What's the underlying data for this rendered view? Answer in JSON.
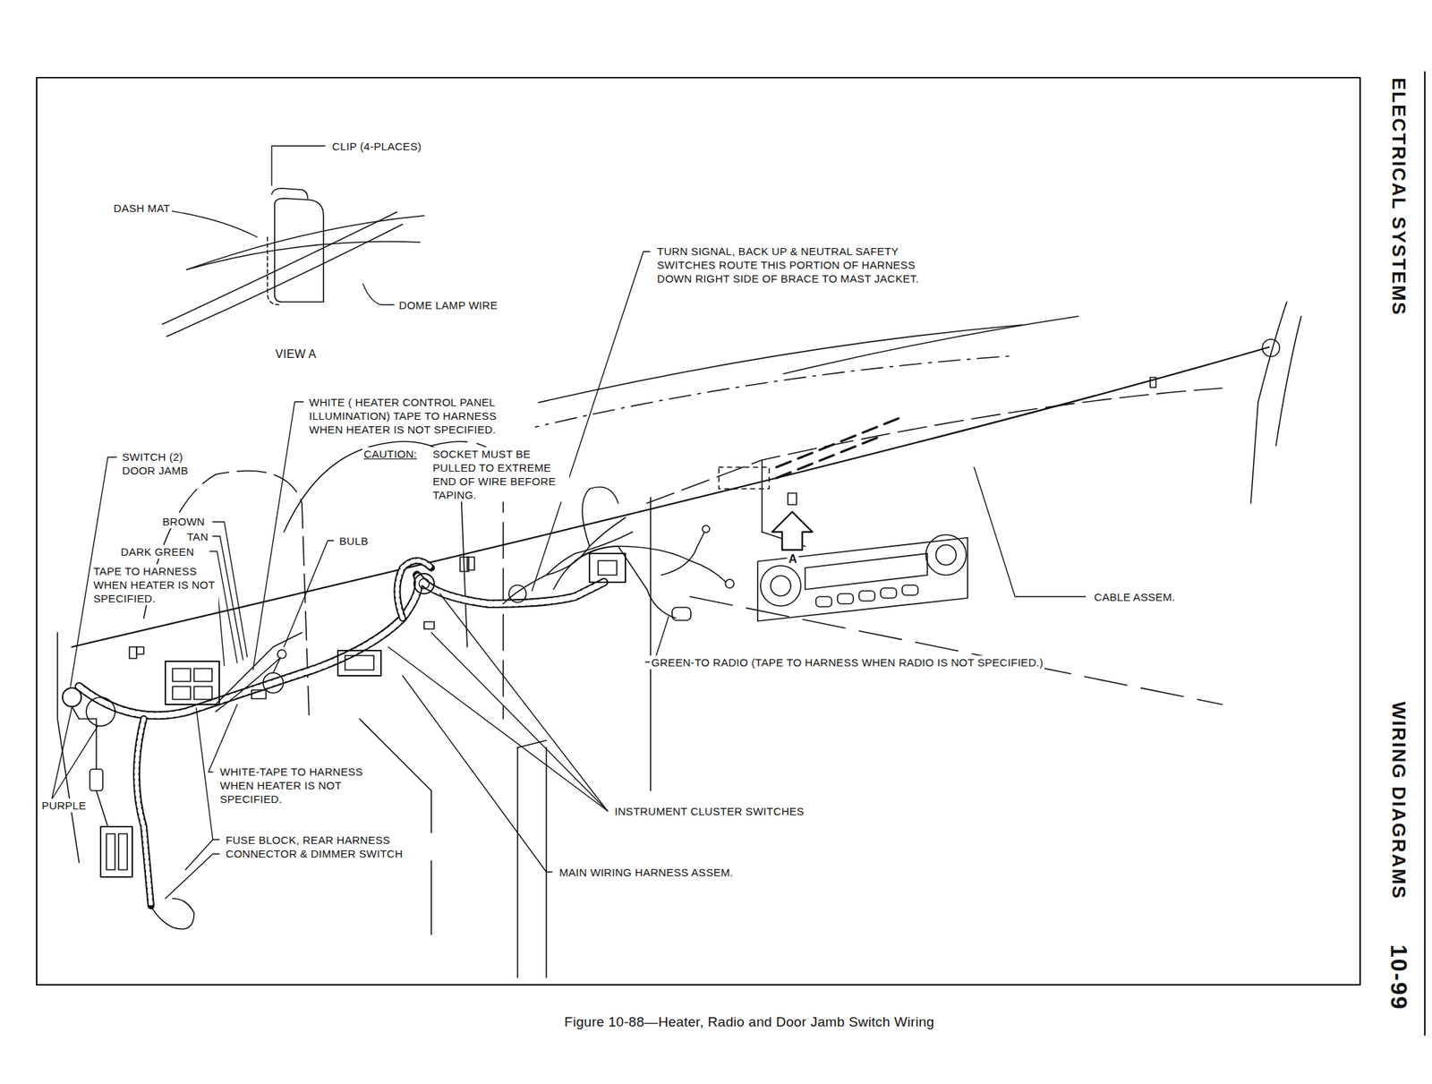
{
  "diagram": {
    "caption": "Figure 10-88—Heater, Radio and Door Jamb Switch Wiring",
    "labels": [
      "CLIP (4-PLACES)",
      "DASH MAT",
      "DOME LAMP WIRE",
      "VIEW A",
      "TURN SIGNAL, BACK UP & NEUTRAL SAFETY SWITCHES ROUTE THIS PORTION OF HARNESS DOWN RIGHT SIDE OF BRACE TO MAST JACKET.",
      "WHITE ( HEATER CONTROL PANEL ILLUMINATION) TAPE TO HARNESS WHEN HEATER IS NOT SPECIFIED.",
      "CAUTION:",
      "SOCKET MUST BE PULLED TO EXTREME END OF WIRE BEFORE TAPING.",
      "SWITCH (2) DOOR JAMB",
      "BROWN",
      "TAN",
      "DARK GREEN",
      "TAPE TO HARNESS WHEN HEATER IS NOT SPECIFIED.",
      "BULB",
      "A",
      "CABLE ASSEM.",
      "GREEN-TO RADIO (TAPE TO HARNESS WHEN RADIO IS NOT SPECIFIED.)",
      "WHITE-TAPE TO HARNESS WHEN HEATER IS NOT SPECIFIED.",
      "PURPLE",
      "INSTRUMENT CLUSTER SWITCHES",
      "FUSE BLOCK, REAR HARNESS CONNECTOR & DIMMER SWITCH",
      "MAIN WIRING HARNESS ASSEM.",
      "ELECTRICAL SYSTEMS",
      "WIRING DIAGRAMS",
      "10-99"
    ]
  }
}
